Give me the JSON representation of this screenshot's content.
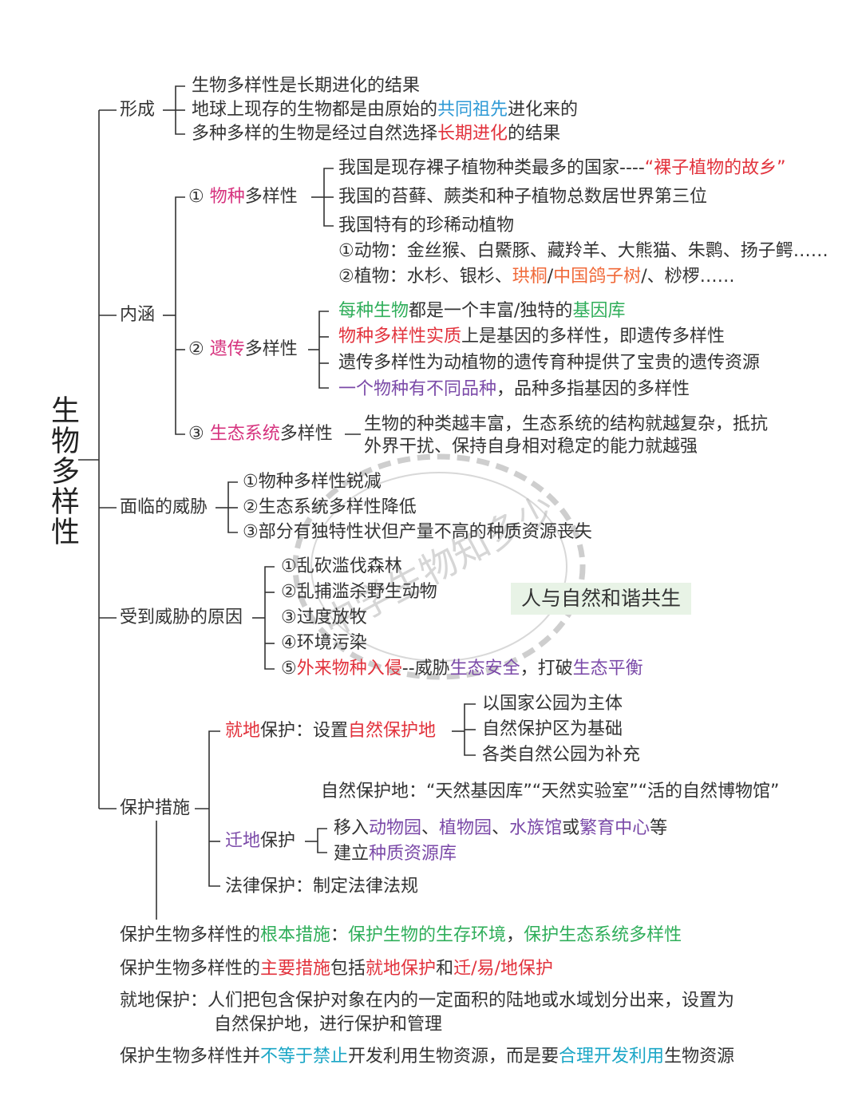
{
  "root": "生物多样性",
  "formation": {
    "label": "形成",
    "l1": "生物多样性是长期进化的结果",
    "l2_a": "地球上现存的生物都是由原始的",
    "l2_b": "共同祖先",
    "l2_c": "进化来的",
    "l3_a": "多种多样的生物是经过自然选择",
    "l3_b": "长期进化",
    "l3_c": "的结果"
  },
  "connotation": {
    "label": "内涵",
    "species": {
      "num": "①",
      "a": "物种",
      "b": "多样性",
      "l1_a": "我国是现存裸子植物种类最多的国家----",
      "l1_b": "“裸子植物的故乡”",
      "l2": "我国的苔藓、蕨类和种子植物总数居世界第三位",
      "l3": "我国特有的珍稀动植物",
      "l4": "①动物：金丝猴、白鱀豚、藏羚羊、大熊猫、朱鹮、扬子鳄……",
      "l5_a": "②植物：水杉、银杉、",
      "l5_b": "珙桐",
      "l5_c": "/",
      "l5_d": "中国鸽子树",
      "l5_e": "/、桫椤……"
    },
    "genetic": {
      "num": "②",
      "a": "遗传",
      "b": "多样性",
      "l1_a": "每种生物",
      "l1_b": "都是一个丰富/独特的",
      "l1_c": "基因库",
      "l2_a": "物种多样性实质",
      "l2_b": "上是基因的多样性，即遗传多样性",
      "l3": "遗传多样性为动植物的遗传育种提供了宝贵的遗传资源",
      "l4_a": "一个物种有不同品种",
      "l4_b": "，品种多指基因的多样性"
    },
    "ecosystem": {
      "num": "③",
      "a": "生态系统",
      "b": "多样性",
      "l1": "生物的种类越丰富，生态系统的结构就越复杂，抵抗",
      "l2": "外界干扰、保持自身相对稳定的能力就越强"
    }
  },
  "threats": {
    "label": "面临的威胁",
    "l1": "①物种多样性锐减",
    "l2": "②生态系统多样性降低",
    "l3": "③部分有独特性状但产量不高的种质资源丧失"
  },
  "causes": {
    "label": "受到威胁的原因",
    "l1": "①乱砍滥伐森林",
    "l2": "②乱捕滥杀野生动物",
    "l3": "③过度放牧",
    "l4": "④环境污染",
    "l5_a": "⑤",
    "l5_b": "外来物种入侵",
    "l5_c": "--威胁",
    "l5_d": "生态安全",
    "l5_e": "，打破",
    "l5_f": "生态平衡"
  },
  "slogan": "人与自然和谐共生",
  "watermark": "中学生物知多少",
  "protection": {
    "label": "保护措施",
    "insitu_a": "就地",
    "insitu_b": "保护：设置",
    "insitu_c": "自然保护地",
    "insitu_1": "以国家公园为主体",
    "insitu_2": "自然保护区为基础",
    "insitu_3": "各类自然公园为补充",
    "reserve_note": "自然保护地：“天然基因库”“天然实验室”“活的自然博物馆”",
    "exsitu_a": "迁地",
    "exsitu_b": "保护",
    "exsitu_1_a": "移入",
    "exsitu_1_b": "动物园",
    "exsitu_1_c": "、",
    "exsitu_1_d": "植物园",
    "exsitu_1_e": "、",
    "exsitu_1_f": "水族馆",
    "exsitu_1_g": "或",
    "exsitu_1_h": "繁育中心",
    "exsitu_1_i": "等",
    "exsitu_2_a": "建立",
    "exsitu_2_b": "种质资源库",
    "legal": "法律保护：制定法律法规"
  },
  "notes": {
    "n1_a": "保护生物多样性的",
    "n1_b": "根本措施",
    "n1_c": "：",
    "n1_d": "保护生物的生存环境",
    "n1_e": "，",
    "n1_f": "保护生态系统多样性",
    "n2_a": "保护生物多样性的",
    "n2_b": "主要措施",
    "n2_c": "包括",
    "n2_d": "就地保护",
    "n2_e": "和",
    "n2_f": "迁/易/地保护",
    "n3_a": "就地保护：人们把包含保护对象在内的一定面积的陆地或水域划分出来，设置为",
    "n3_b": "自然保护地，进行保护和管理",
    "n4_a": "保护生物多样性并",
    "n4_b": "不等于禁止",
    "n4_c": "开发利用生物资源，而是要",
    "n4_d": "合理开发利用",
    "n4_e": "生物资源"
  },
  "colors": {
    "red": "#e2323c",
    "orange": "#f06a3a",
    "pink": "#d6327e",
    "green": "#2fae5a",
    "purple": "#7b4aa8",
    "blue": "#2f9ad6",
    "teal": "#1aa6c6",
    "slogan_bg": "#e8f3e6"
  }
}
